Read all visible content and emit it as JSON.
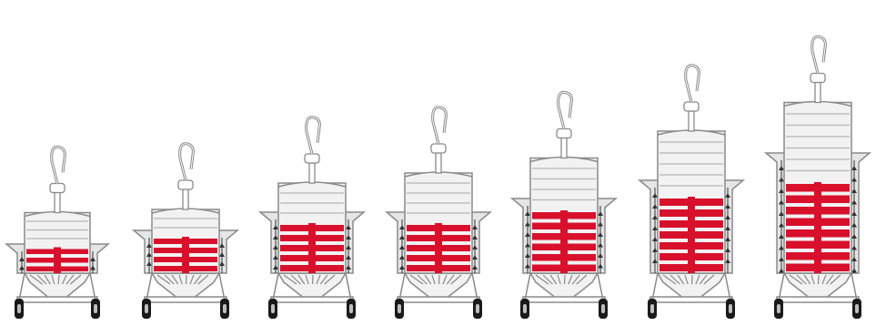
{
  "colors": {
    "background": "#ffffff",
    "outline": "#8a8a8a",
    "light_fill": "#f2f2f2",
    "frame_fill": "#e6e6e6",
    "accent_red": "#d8102c",
    "arrow": "#333333",
    "wheel": "#1a1a1a"
  },
  "units": [
    {
      "id": "unit-1",
      "red_panels": 3,
      "grey_panels": 4
    },
    {
      "id": "unit-2",
      "red_panels": 4,
      "grey_panels": 3
    },
    {
      "id": "unit-3",
      "red_panels": 5,
      "grey_panels": 4
    },
    {
      "id": "unit-4",
      "red_panels": 5,
      "grey_panels": 5
    },
    {
      "id": "unit-5",
      "red_panels": 6,
      "grey_panels": 5
    },
    {
      "id": "unit-6",
      "red_panels": 7,
      "grey_panels": 6
    },
    {
      "id": "unit-7",
      "red_panels": 8,
      "grey_panels": 7
    }
  ]
}
